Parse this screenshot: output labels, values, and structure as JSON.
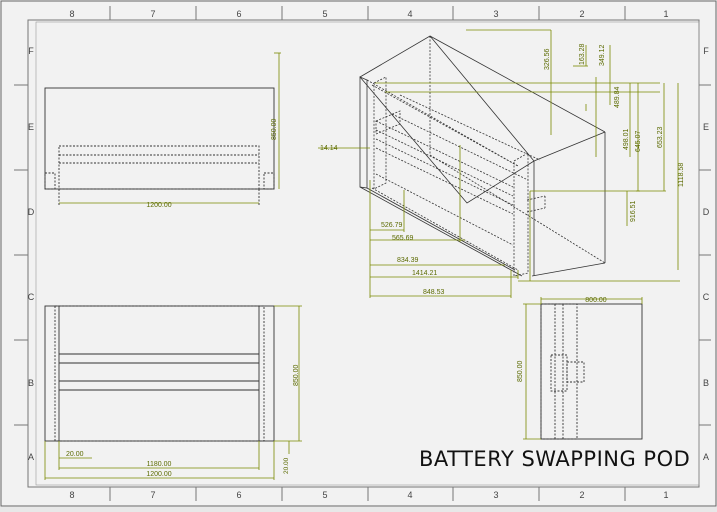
{
  "drawing": {
    "title": "BATTERY SWAPPING POD",
    "columns": [
      "8",
      "7",
      "6",
      "5",
      "4",
      "3",
      "2",
      "1"
    ],
    "rows": [
      "F",
      "E",
      "D",
      "C",
      "B",
      "A"
    ],
    "colors": {
      "line": "#222222",
      "dimension": "#7a8a00",
      "sheet": "#f2f2f2"
    }
  },
  "front_view": {
    "dims": {
      "width": "1200.00",
      "height": "850.00"
    }
  },
  "top_view": {
    "dims": {
      "height": "850.00",
      "offset": "20.00",
      "inner_width": "1180.00",
      "width": "1200.00",
      "side_offset": "20.00"
    }
  },
  "side_view": {
    "dims": {
      "width": "800.00",
      "height": "850.00"
    }
  },
  "iso_view": {
    "dims": {
      "d1": "326.56",
      "d2": "163.28",
      "d3": "349.12",
      "d4": "489.84",
      "d5": "498.01",
      "d6": "645.07",
      "d7": "653.23",
      "d8": "1118.58",
      "d9": "916.51",
      "d10": "14.14",
      "d11": "526.79",
      "d12": "565.69",
      "d13": "834.39",
      "d14": "1414.21",
      "d15": "848.53"
    }
  }
}
